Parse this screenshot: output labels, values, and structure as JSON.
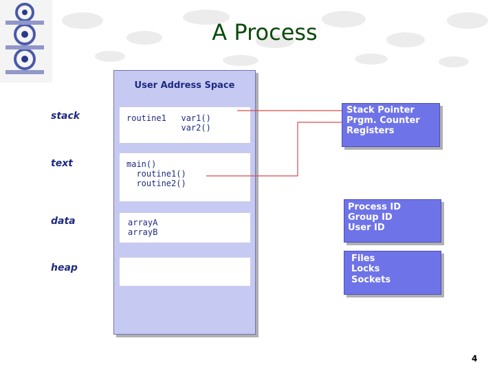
{
  "title": "A Process",
  "address_space": {
    "title": "User Address Space",
    "segments": [
      {
        "label": "stack",
        "lines": [
          "routine1   var1()",
          "           var2()"
        ]
      },
      {
        "label": "text",
        "lines": [
          "main()",
          "  routine1()",
          "  routine2()"
        ]
      },
      {
        "label": "data",
        "lines": [
          "arrayA",
          "arrayB"
        ]
      },
      {
        "label": "heap",
        "lines": []
      }
    ]
  },
  "info_boxes": [
    {
      "lines": [
        "Stack Pointer",
        "Prgm. Counter",
        "Registers"
      ]
    },
    {
      "lines": [
        "Process ID",
        "Group ID",
        "User ID"
      ]
    },
    {
      "lines": [
        "Files",
        "Locks",
        "Sockets"
      ]
    }
  ],
  "page_number": "4",
  "colors": {
    "title": "#0b4a0b",
    "label": "#1d2a80",
    "address_space_fill": "#c6caf2",
    "info_box_fill": "#6f73e8",
    "connector": "#d94a4a"
  }
}
